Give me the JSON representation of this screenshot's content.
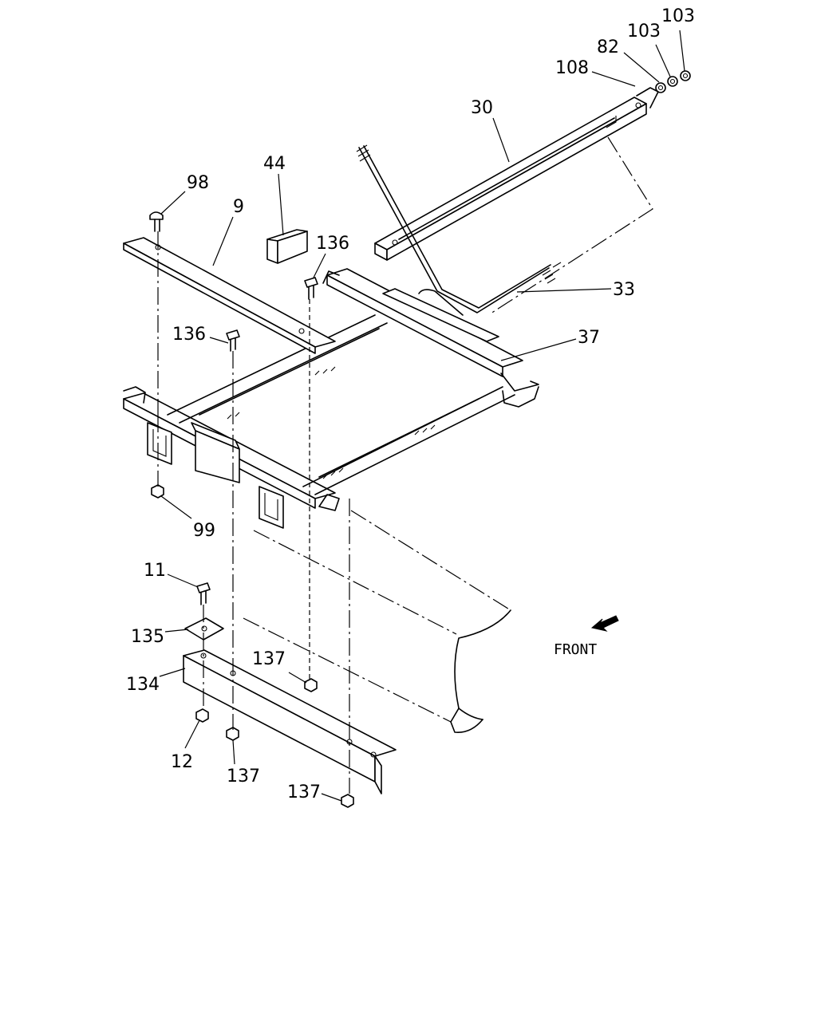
{
  "labels": {
    "p103a": "103",
    "p103b": "103",
    "p82": "82",
    "p108": "108",
    "p30": "30",
    "p44": "44",
    "p98": "98",
    "p9": "9",
    "p136a": "136",
    "p136b": "136",
    "p33": "33",
    "p37": "37",
    "p99": "99",
    "p11": "11",
    "p135": "135",
    "p137a": "137",
    "p134": "134",
    "p12": "12",
    "p137b": "137",
    "p137c": "137"
  },
  "front_label": "FRONT"
}
